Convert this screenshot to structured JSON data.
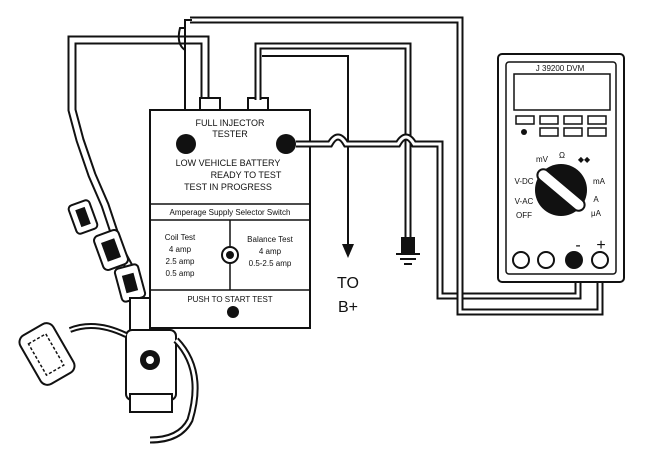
{
  "tester": {
    "title_line1": "FULL INJECTOR",
    "title_line2": "TESTER",
    "status_line1": "LOW VEHICLE BATTERY",
    "status_line2": "READY TO TEST",
    "status_line3": "TEST IN PROGRESS",
    "selector_label": "Amperage Supply Selector Switch",
    "left_mode_title": "Coil Test",
    "left_mode_values": [
      "4 amp",
      "2.5 amp",
      "0.5 amp"
    ],
    "right_mode_title": "Balance Test",
    "right_mode_values": [
      "4 amp",
      "0.5-2.5 amp"
    ],
    "push_label": "PUSH TO START TEST"
  },
  "supply": {
    "line1": "TO",
    "line2": "B+"
  },
  "dvm": {
    "title": "J 39200 DVM",
    "dial_labels": {
      "mv": "mV",
      "ohm": "Ω",
      "diode": "◆◆",
      "vdc": "V-DC",
      "vac": "V-AC",
      "off": "OFF",
      "ma": "mA",
      "a": "A",
      "ua": "μA"
    },
    "neg_terminal": "-",
    "pos_terminal": "+"
  }
}
